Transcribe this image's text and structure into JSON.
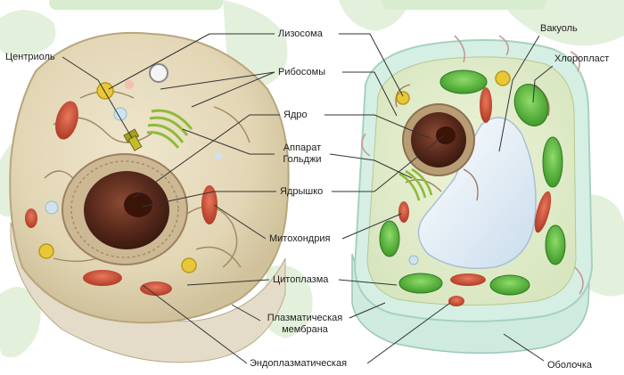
{
  "labels": {
    "centriole": "Центриоль",
    "lysosome": "Лизосома",
    "ribosomes": "Рибосомы",
    "nucleus": "Ядро",
    "golgi_line1": "Аппарат",
    "golgi_line2": "Гольджи",
    "nucleolus": "Ядрышко",
    "mitochondrion": "Митохондрия",
    "cytoplasm": "Цитоплазма",
    "membrane_line1": "Плазматическая",
    "membrane_line2": "мембрана",
    "er": "Эндоплазматическая",
    "vacuole": "Вакуоль",
    "chloroplast": "Хлоропласт",
    "cell_wall": "Оболочка"
  },
  "colors": {
    "background_blobs": "#e3f1dc",
    "animal_cell": "#e6dcc0",
    "plant_cell_wall": "#d6efe4",
    "nucleus": "#5a2a1c",
    "mitochondria": "#c8503a",
    "chloroplast": "#5dbb3f",
    "vacuole": "#e8f0f8",
    "leader_lines": "#333333"
  }
}
